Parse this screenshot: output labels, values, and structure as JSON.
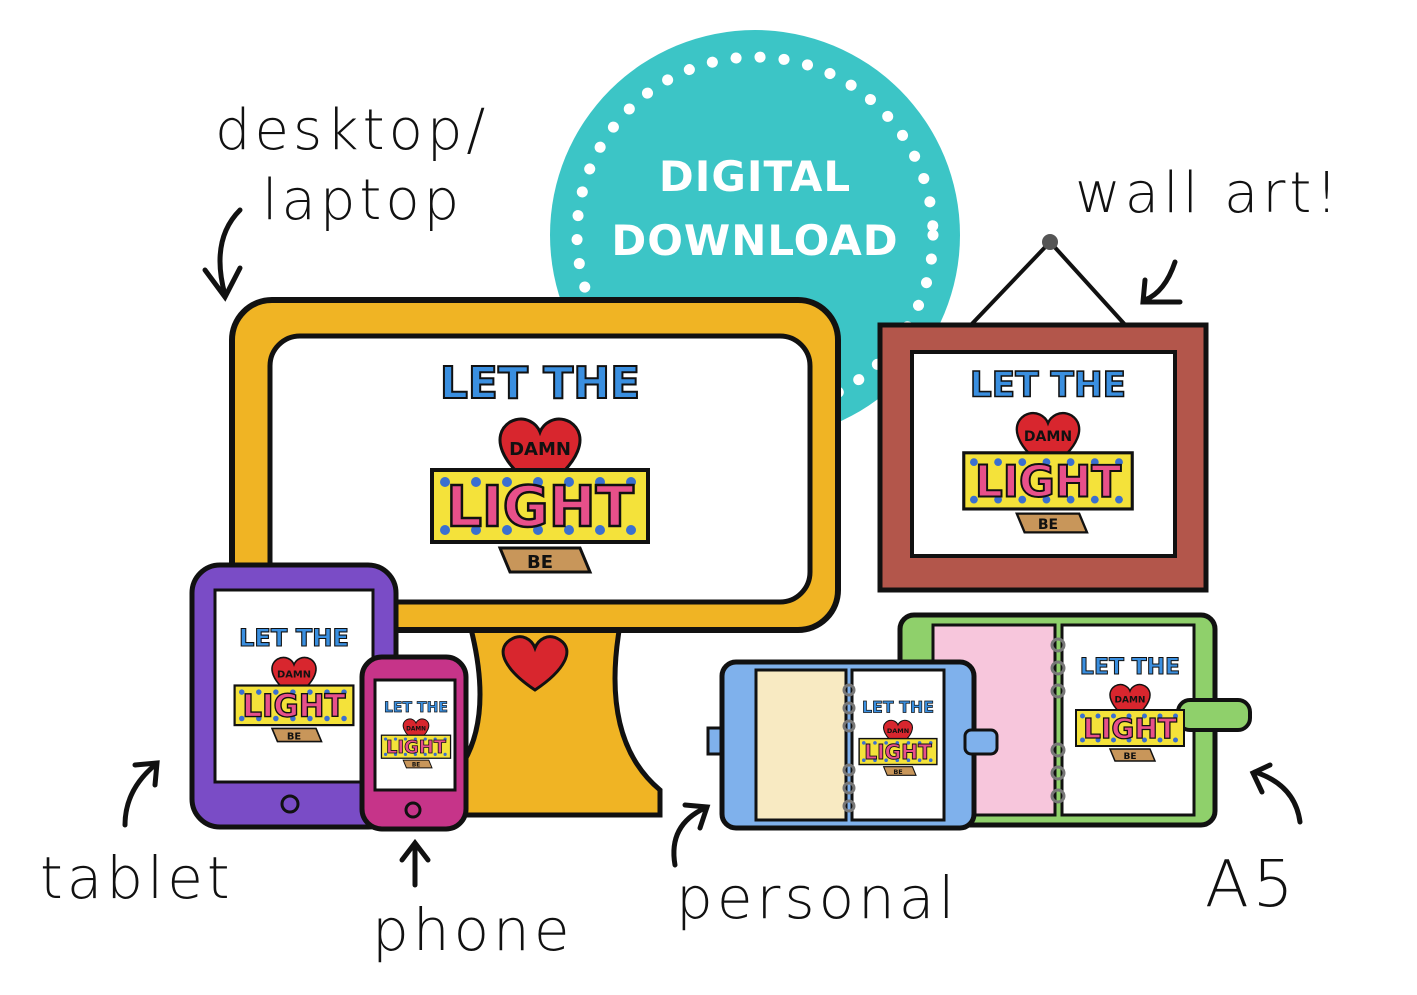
{
  "badge": {
    "line1": "DIGITAL",
    "line2": "DOWNLOAD",
    "color": "#3cc5c6"
  },
  "labels": {
    "desktop_line1": "desktop/",
    "desktop_line2": "laptop",
    "wall_art": "wall art!",
    "tablet": "tablet",
    "phone": "phone",
    "personal": "personal",
    "a5": "A5"
  },
  "artwork": {
    "line1": "LET THE",
    "heart": "DAMN",
    "banner": "LIGHT",
    "ribbon": "BE"
  },
  "colors": {
    "monitor": "#f0b424",
    "frame": "#b3564b",
    "tablet": "#7a4cc6",
    "phone": "#c63489",
    "personal": "#7fb1ec",
    "a5": "#8fd06b",
    "heart": "#d8262e"
  }
}
